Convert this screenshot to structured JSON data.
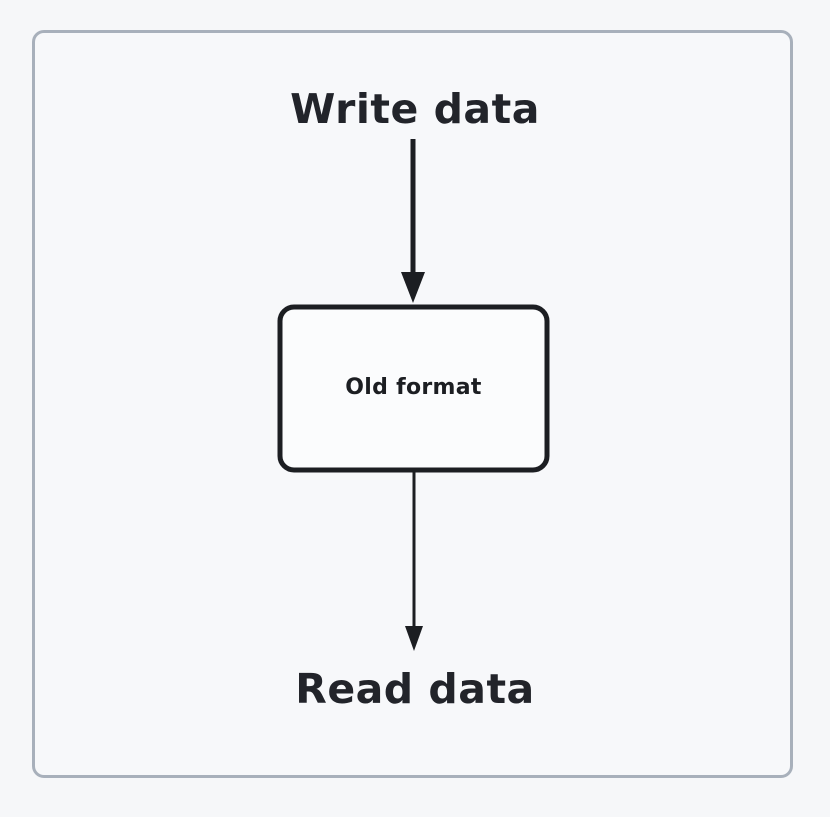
{
  "diagram": {
    "type": "flowchart",
    "title": "",
    "frame": {
      "border_color": "#a8b0bb",
      "background_color": "#f7f8fa"
    },
    "labels": {
      "top": "Write data",
      "bottom": "Read data"
    },
    "nodes": [
      {
        "id": "old-format",
        "label": "Old format",
        "shape": "rounded-rectangle",
        "stroke_color": "#1c1e22",
        "fill_color": "#fbfcfd"
      }
    ],
    "edges": [
      {
        "id": "write-to-node",
        "from": "Write data",
        "to": "Old format",
        "direction": "down",
        "arrowhead": "solid-triangle",
        "stroke_color": "#1c1e22"
      },
      {
        "id": "node-to-read",
        "from": "Old format",
        "to": "Read data",
        "direction": "down",
        "arrowhead": "solid-triangle",
        "stroke_color": "#1c1e22"
      }
    ]
  }
}
